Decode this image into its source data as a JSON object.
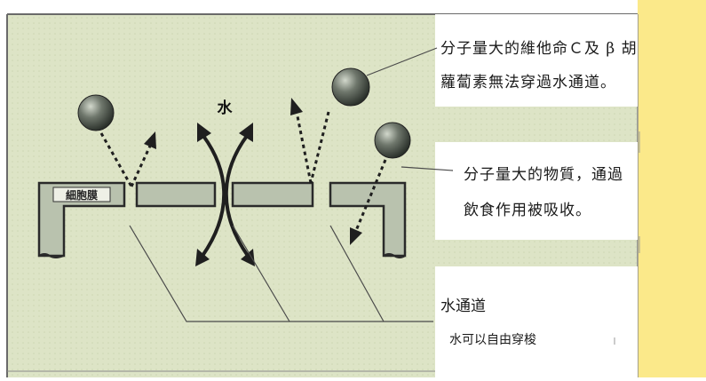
{
  "diagram": {
    "membrane_label": "細胞膜",
    "water_label": "水"
  },
  "annotations": {
    "large_molecules_line1": "分子量大的維他命Ｃ及 β 胡",
    "large_molecules_line2": "蘿蔔素無法穿過水通道。",
    "endocytosis_line1": "分子量大的物質，通過",
    "endocytosis_line2": "飲食作用被吸收。",
    "channel_title": "水通道",
    "channel_desc": "水可以自由穿梭"
  },
  "colors": {
    "paper": "#dde4c6",
    "membrane_fill": "#b9c2ae",
    "ball_dark": "#2f352e",
    "ball_light": "#c8cec2",
    "accent_strip": "#fbe98a"
  }
}
